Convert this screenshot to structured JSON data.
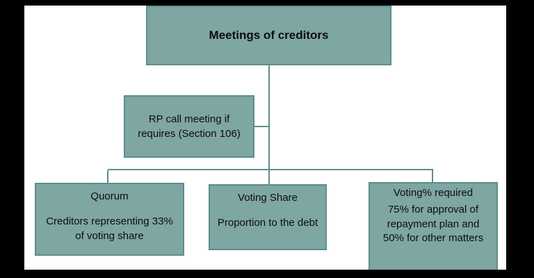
{
  "diagram": {
    "root": {
      "title": "Meetings of creditors"
    },
    "side": {
      "text": "RP call meeting if requires (Section 106)"
    },
    "children": [
      {
        "title": "Quorum",
        "body": "Creditors representing 33% of voting share"
      },
      {
        "title": "Voting Share",
        "body": "Proportion to the debt"
      },
      {
        "title": "Voting% required",
        "body": "75% for approval of repayment plan and 50% for other matters"
      }
    ],
    "colors": {
      "box_fill": "#7ea6a3",
      "box_border": "#5d8d89",
      "connector": "#5d8d89",
      "canvas": "#ffffff",
      "background": "#000000",
      "text": "#0d0d0d"
    }
  }
}
